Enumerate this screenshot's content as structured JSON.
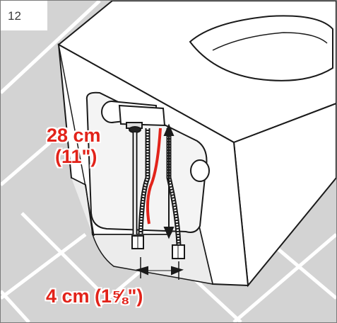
{
  "step": {
    "number": "12"
  },
  "dimensions": {
    "hose_length_metric": "28 cm",
    "hose_length_imperial": "(11\")",
    "hose_spacing": "4 cm (1⅝\")"
  },
  "colors": {
    "accent": "#e2231a",
    "background": "#d3d3d3",
    "basin": "#ffffff",
    "outline": "#1a1a1a"
  },
  "icons": [
    "faucet-shank",
    "flexible-hose",
    "hose-nut",
    "dimension-arrow"
  ]
}
